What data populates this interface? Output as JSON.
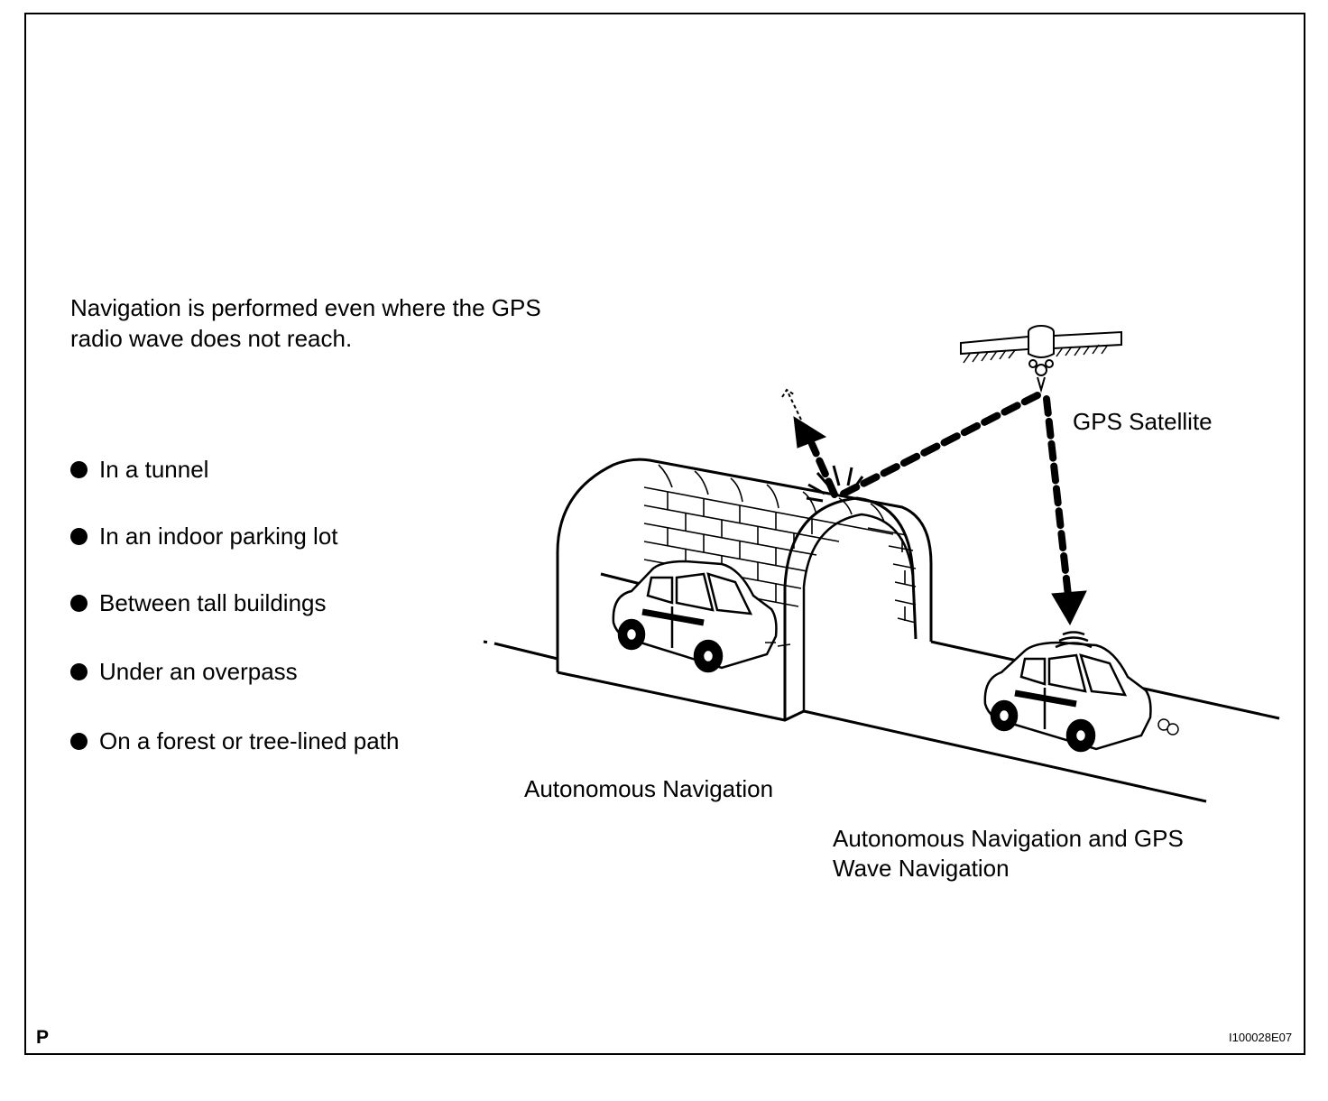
{
  "intro": "Navigation is performed even where the GPS radio wave does not reach.",
  "conditions": [
    "In a tunnel",
    "In an indoor parking lot",
    "Between tall buildings",
    "Under an overpass",
    "On a forest or tree-lined path"
  ],
  "labels": {
    "satellite": "GPS Satellite",
    "autonomous": "Autonomous Navigation",
    "combined": "Autonomous Navigation and GPS Wave Navigation"
  },
  "footer": {
    "corner_letter": "P",
    "figure_code": "I100028E07"
  },
  "icons": [
    "gps-satellite-icon",
    "tunnel-icon",
    "car-icon",
    "signal-wave-icon"
  ]
}
